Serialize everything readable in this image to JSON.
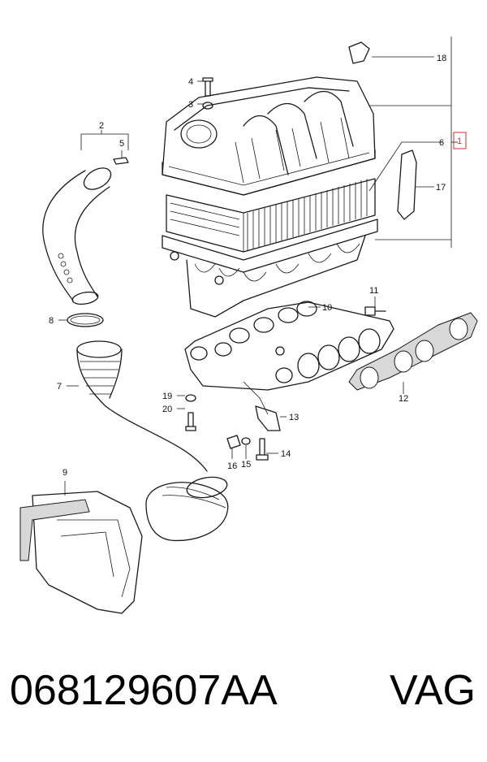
{
  "diagram": {
    "callouts": {
      "c1": "1",
      "c2": "2",
      "c3": "3",
      "c4": "4",
      "c5": "5",
      "c6": "6",
      "c7": "7",
      "c8": "8",
      "c9": "9",
      "c10": "10",
      "c11": "11",
      "c12": "12",
      "c13": "13",
      "c14": "14",
      "c15": "15",
      "c16": "16",
      "c17": "17",
      "c18": "18",
      "c19": "19",
      "c20": "20"
    },
    "highlight_color": "#d03030"
  },
  "footer": {
    "part_number": "068129607AA",
    "brand": "VAG"
  }
}
